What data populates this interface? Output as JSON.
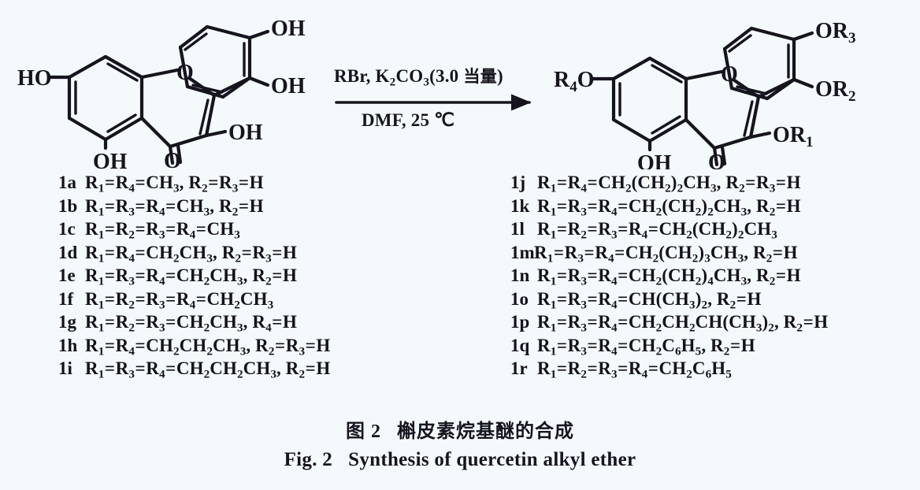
{
  "figure": {
    "caption_cn_label": "图 2",
    "caption_cn_text": "槲皮素烷基醚的合成",
    "caption_en_label": "Fig. 2",
    "caption_en_text": "Synthesis of quercetin alkyl ether",
    "background_color": "#f4fafb",
    "ink_color": "#16141f"
  },
  "reaction": {
    "reagents_line": "RBr, K2CO3(3.0 当量)",
    "reagents_prefix": "RBr, K",
    "reagents_sub1": "2",
    "reagents_mid": "CO",
    "reagents_sub2": "3",
    "reagents_suffix": "(3.0 ",
    "reagents_cjk": "当量",
    "reagents_close": ")",
    "conditions_line": "DMF, 25 ℃",
    "arrow": "reaction-arrow-right"
  },
  "reactant": {
    "name": "quercetin",
    "labels": {
      "ho_7": "HO",
      "oh_5": "OH",
      "oh_3": "OH",
      "oh_3prime": "OH",
      "oh_4prime": "OH",
      "ring_o": "O",
      "keto_o": "O"
    }
  },
  "product": {
    "name": "quercetin alkyl ether",
    "labels": {
      "r4o_7": "R4O",
      "r4o_text": "R",
      "r4o_sub": "4",
      "r4o_tail": "O",
      "oh_5": "OH",
      "or1_3": "OR1",
      "or2_3prime": "OR2",
      "or3_4prime": "OR3",
      "ring_o": "O",
      "keto_o": "O"
    }
  },
  "compounds_left": [
    {
      "tag": "1a",
      "parts": [
        "R",
        "1",
        "=R",
        "4",
        "=CH",
        "3",
        ", R",
        "2",
        "=R",
        "3",
        "=H"
      ],
      "text": "R1=R4=CH3, R2=R3=H"
    },
    {
      "tag": "1b",
      "text": "R1=R3=R4=CH3, R2=H"
    },
    {
      "tag": "1c",
      "text": "R1=R2=R3=R4=CH3"
    },
    {
      "tag": "1d",
      "text": "R1=R4=CH2CH3, R2=R3=H"
    },
    {
      "tag": "1e",
      "text": "R1=R3=R4=CH2CH3, R2=H"
    },
    {
      "tag": "1f",
      "text": "R1=R2=R3=R4=CH2CH3"
    },
    {
      "tag": "1g",
      "text": "R1=R2=R3=CH2CH3, R4=H"
    },
    {
      "tag": "1h",
      "text": "R1=R4=CH2CH2CH3, R2=R3=H"
    },
    {
      "tag": "1i",
      "text": "R1=R3=R4=CH2CH2CH3, R2=H"
    }
  ],
  "compounds_right": [
    {
      "tag": "1j",
      "text": "R1=R4=CH2(CH2)2CH3, R2=R3=H"
    },
    {
      "tag": "1k",
      "text": "R1=R3=R4=CH2(CH2)2CH3, R2=H"
    },
    {
      "tag": "1l",
      "text": "R1=R2=R3=R4=CH2(CH2)2CH3"
    },
    {
      "tag": "1m",
      "text": "R1=R3=R4=CH2(CH2)3CH3, R2=H"
    },
    {
      "tag": "1n",
      "text": "R1=R3=R4=CH2(CH2)4CH3, R2=H"
    },
    {
      "tag": "1o",
      "text": "R1=R3=R4=CH(CH3)2, R2=H"
    },
    {
      "tag": "1p",
      "text": "R1=R3=R4=CH2CH2CH(CH3)2, R2=H"
    },
    {
      "tag": "1q",
      "text": "R1=R3=R4=CH2C6H5, R2=H"
    },
    {
      "tag": "1r",
      "text": "R1=R2=R3=R4=CH2C6H5"
    }
  ]
}
